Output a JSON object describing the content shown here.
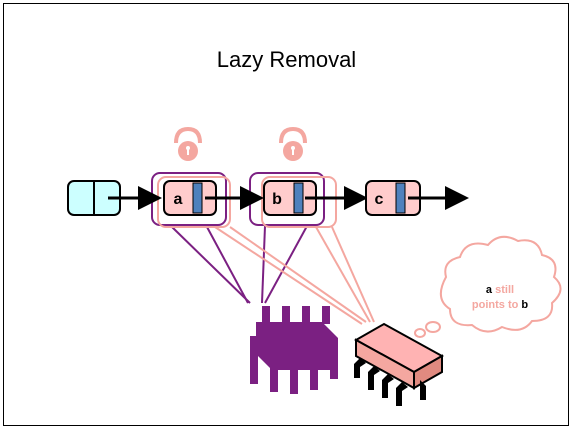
{
  "title": "Lazy Removal",
  "nodes": [
    {
      "id": "head",
      "label": ""
    },
    {
      "id": "a",
      "label": "a"
    },
    {
      "id": "b",
      "label": "b"
    },
    {
      "id": "c",
      "label": "c"
    }
  ],
  "thought_bubble": {
    "part1": "a",
    "part2": " still",
    "part3": "points to",
    "part4": " b"
  },
  "colors": {
    "head_fill": "#ccffff",
    "node_fill": "#ffcccc",
    "pointer_blue": "#4f81bd",
    "lock": "#f4a7a0",
    "purple": "#7b2082",
    "pink": "#f4a7a0",
    "highlight_text": "#f4a7a0"
  }
}
